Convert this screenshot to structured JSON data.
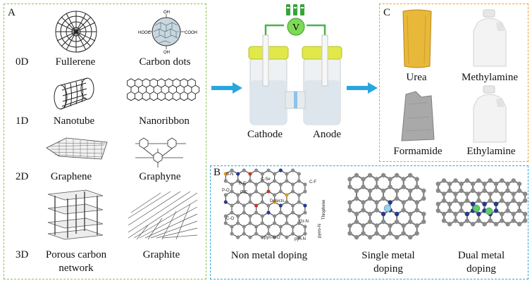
{
  "panel_a": {
    "letter": "A",
    "rows": [
      {
        "dim": "0D",
        "left": "Fullerene",
        "right": "Carbon dots"
      },
      {
        "dim": "1D",
        "left": "Nanotube",
        "right": "Nanoribbon"
      },
      {
        "dim": "2D",
        "left": "Graphene",
        "right": "Graphyne"
      },
      {
        "dim": "3D",
        "left": "Porous carbon",
        "left2": "network",
        "right": "Graphite"
      }
    ],
    "carbon_dot_groups": [
      "HOOC",
      "COOH",
      "OH",
      "OH"
    ]
  },
  "cell": {
    "voltage": "V",
    "left_label": "Cathode",
    "right_label": "Anode"
  },
  "panel_b": {
    "letter": "B",
    "items": [
      {
        "line1": "Non metal doping",
        "line2": ""
      },
      {
        "line1": "Single metal",
        "line2": "doping"
      },
      {
        "line1": "Dual metal",
        "line2": "doping"
      }
    ],
    "annotations": [
      "B-N",
      "B-C",
      "P-C",
      "C-Se",
      "C-F",
      "P-O",
      "Defects",
      "C-O",
      "Gr-N",
      "pyri-N",
      "pyri-N-O",
      "pyrro-N",
      "Thiophene"
    ]
  },
  "panel_c": {
    "letter": "C",
    "products": [
      "Urea",
      "Methylamine",
      "Formamide",
      "Ethylamine"
    ]
  },
  "colors": {
    "green_border": "#8cc152",
    "blue_border": "#2aa6df",
    "orange_border": "#f0a01f",
    "arrow": "#2aa6df",
    "voltmeter": "#7ed957"
  }
}
